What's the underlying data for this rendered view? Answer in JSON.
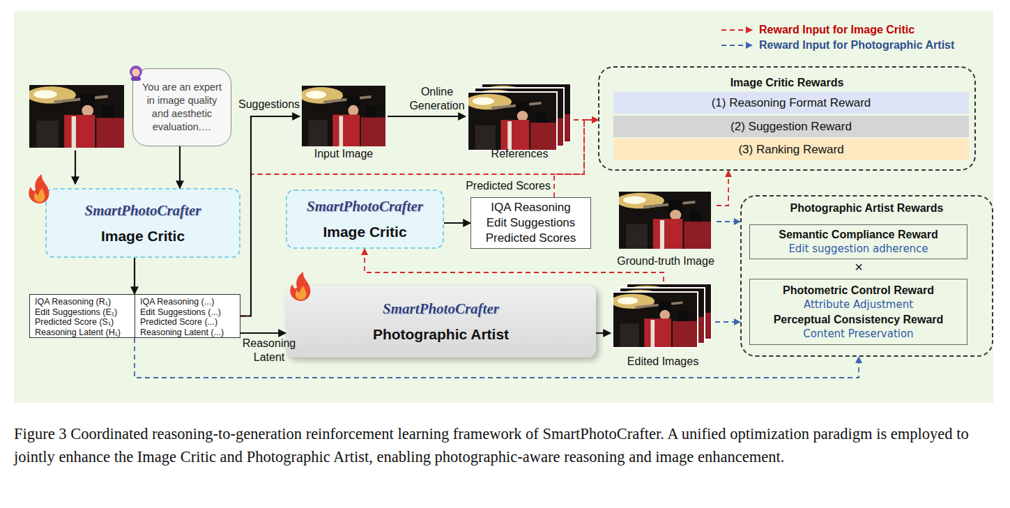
{
  "diagram": {
    "caption": "Figure 3 Coordinated reasoning-to-generation reinforcement learning framework of SmartPhotoCrafter. A unified optimization paradigm is employed to jointly enhance the Image Critic and Photographic Artist, enabling photographic-aware reasoning and image enhancement.",
    "nodes": [
      {
        "text": [
          "You are an expert in image quality and aesthetic evaluation.…"
        ]
      },
      {
        "text": [
          "SmartPhotoCrafter",
          "Image Critic"
        ]
      },
      {
        "text": [
          "IQA Reasoning (R₁)",
          "Edit Suggestions (E₁)",
          "Predicted Score (S₁)",
          "Reasoning Latent (H₁)"
        ]
      },
      {
        "text": [
          "IQA Reasoning (...)",
          "Edit Suggestions (...)",
          "Predicted Score (...)",
          "Reasoning Latent (...)"
        ]
      },
      {
        "text": [
          "Input Image"
        ]
      },
      {
        "text": [
          "References"
        ]
      },
      {
        "text": [
          "Image Critic Rewards"
        ]
      },
      {
        "text": [
          "(1) Reasoning Format Reward"
        ],
        "in": 6
      },
      {
        "text": [
          "(2) Suggestion Reward"
        ],
        "in": 6
      },
      {
        "text": [
          "(3) Ranking Reward"
        ],
        "in": 6
      },
      {
        "text": [
          "SmartPhotoCrafter",
          "Image Critic"
        ]
      },
      {
        "text": [
          "IQA Reasoning",
          "Edit Suggestions",
          "Predicted Scores"
        ]
      },
      {
        "text": [
          "Ground-truth Image"
        ]
      },
      {
        "text": [
          "Photographic Artist Rewards"
        ]
      },
      {
        "text": [
          "Semantic Compliance Reward",
          "Edit suggestion adherence"
        ],
        "in": 13
      },
      {
        "text": [
          "Photometric Control Reward",
          "Attribute Adjustment",
          "Perceptual Consistency Reward",
          "Content Preservation"
        ],
        "in": 13
      },
      {
        "text": [
          "SmartPhotoCrafter",
          "Photographic Artist"
        ]
      },
      {
        "text": [
          "Edited Images"
        ]
      }
    ],
    "edges": [
      {
        "from": 0,
        "to": 1,
        "arrow": "to"
      },
      {
        "from": 1,
        "to": 2,
        "arrow": "to"
      },
      {
        "from": 3,
        "to": 4,
        "label": "Suggestions",
        "arrow": "to"
      },
      {
        "from": 4,
        "to": 5,
        "label": "Online Generation",
        "arrow": "to"
      },
      {
        "from": 5,
        "to": 6,
        "arrow": "to"
      },
      {
        "from": 3,
        "to": 6,
        "arrow": "to"
      },
      {
        "from": 10,
        "to": 11,
        "arrow": "to"
      },
      {
        "from": 11,
        "to": 6,
        "label": "Predicted Scores",
        "arrow": "to"
      },
      {
        "from": 12,
        "to": 6,
        "arrow": "to"
      },
      {
        "from": 3,
        "to": 16,
        "label": "Reasoning Latent",
        "arrow": "to"
      },
      {
        "from": 16,
        "to": 17,
        "arrow": "to"
      },
      {
        "from": 17,
        "to": 10,
        "arrow": "to"
      },
      {
        "from": 17,
        "to": 13,
        "arrow": "to"
      },
      {
        "from": 12,
        "to": 13,
        "arrow": "to"
      },
      {
        "from": 2,
        "to": 13,
        "arrow": "to"
      }
    ],
    "labels": [
      "×"
    ],
    "legend": [
      {
        "text": "Reward Input for Image Critic"
      },
      {
        "text": "Reward Input for Photographic Artist"
      }
    ]
  }
}
